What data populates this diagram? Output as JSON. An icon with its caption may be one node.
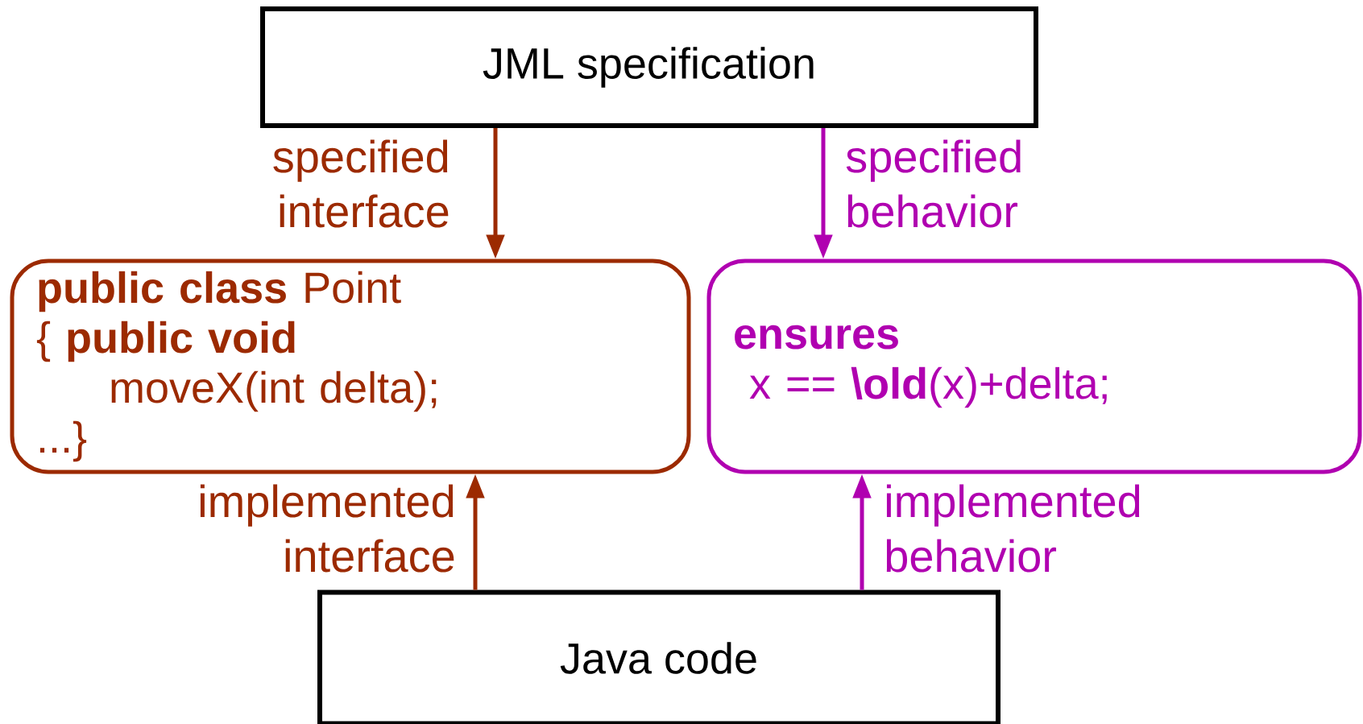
{
  "diagram": {
    "nodes": [
      {
        "text": [
          "JML specification"
        ]
      },
      {
        "text": [
          "**public class** Point",
          "{ **public void**",
          "moveX(int delta);",
          "...}"
        ]
      },
      {
        "text": [
          "**ensures**",
          "x == **\\old**(x)+delta;"
        ]
      },
      {
        "text": [
          "Java code"
        ]
      }
    ],
    "edges": [
      {
        "from": 0,
        "to": 1,
        "arrow": "to",
        "label": "specified interface",
        "color": "#9c2a00"
      },
      {
        "from": 0,
        "to": 2,
        "arrow": "to",
        "label": "specified behavior",
        "color": "#b000b0"
      },
      {
        "from": 3,
        "to": 1,
        "arrow": "to",
        "label": "implemented interface",
        "color": "#9c2a00"
      },
      {
        "from": 3,
        "to": 2,
        "arrow": "to",
        "label": "implemented behavior",
        "color": "#b000b0"
      }
    ]
  }
}
